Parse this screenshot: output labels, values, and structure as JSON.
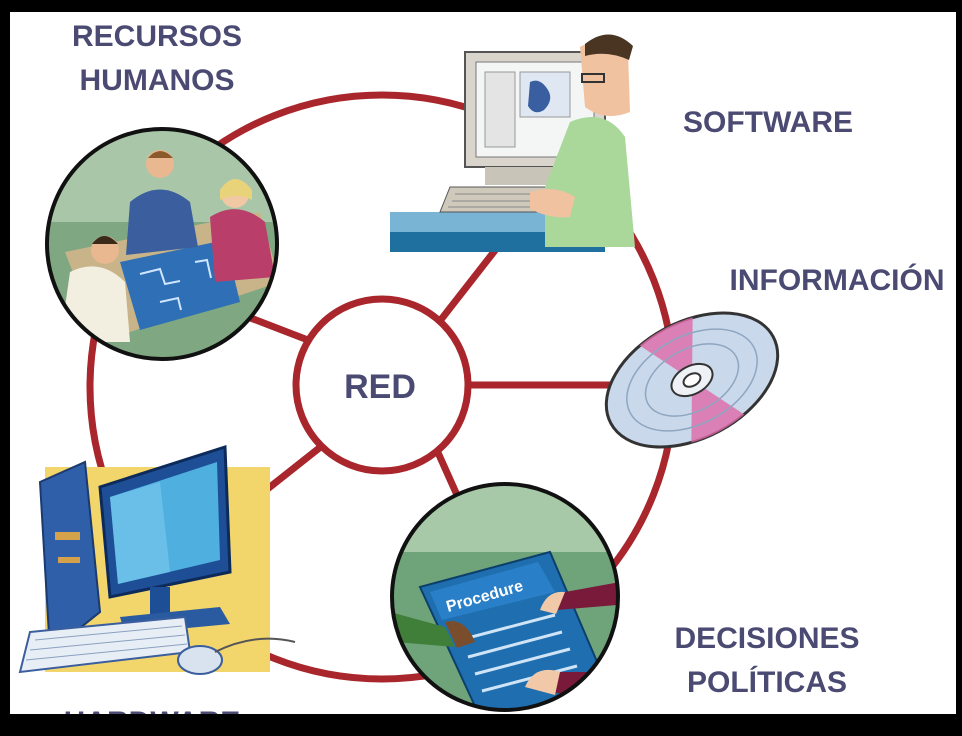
{
  "colors": {
    "ring": "#a8262c",
    "label_text": "#4a4a72",
    "background": "#ffffff",
    "frame": "#000000"
  },
  "diagram": {
    "center": {
      "label": "RED"
    },
    "nodes": [
      {
        "id": "recursos-humanos",
        "lines": [
          "RECURSOS",
          "HUMANOS"
        ],
        "icon": "meeting-people-icon"
      },
      {
        "id": "software",
        "lines": [
          "SOFTWARE"
        ],
        "icon": "person-at-computer-icon"
      },
      {
        "id": "informacion",
        "lines": [
          "INFORMACIÓN"
        ],
        "icon": "cd-disc-icon"
      },
      {
        "id": "decisiones-politicas",
        "lines": [
          "DECISIONES",
          "POLÍTICAS"
        ],
        "icon": "procedure-document-icon"
      },
      {
        "id": "hardware",
        "lines": [
          "HARDWARE"
        ],
        "icon": "desktop-computer-icon"
      }
    ],
    "procedure_doc_text": "Procedure"
  }
}
